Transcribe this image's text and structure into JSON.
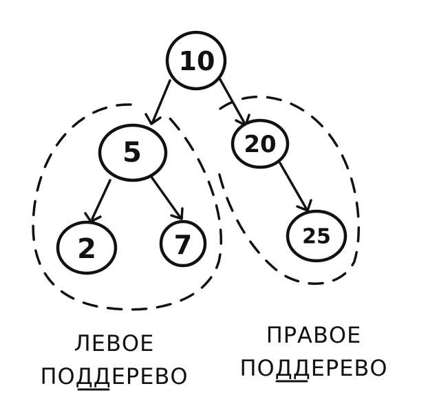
{
  "tree": {
    "root": {
      "value": "10"
    },
    "left_child": {
      "value": "5"
    },
    "right_child": {
      "value": "20"
    },
    "left_left": {
      "value": "2"
    },
    "left_right": {
      "value": "7"
    },
    "right_right": {
      "value": "25"
    }
  },
  "captions": {
    "left_line1": "ЛЕВОЕ",
    "left_line2": "ПОДДЕРЕВО",
    "right_line1": "ПРАВОЕ",
    "right_line2": "ПОДДЕРЕВО"
  },
  "colors": {
    "ink": "#111111",
    "background": "#ffffff"
  }
}
